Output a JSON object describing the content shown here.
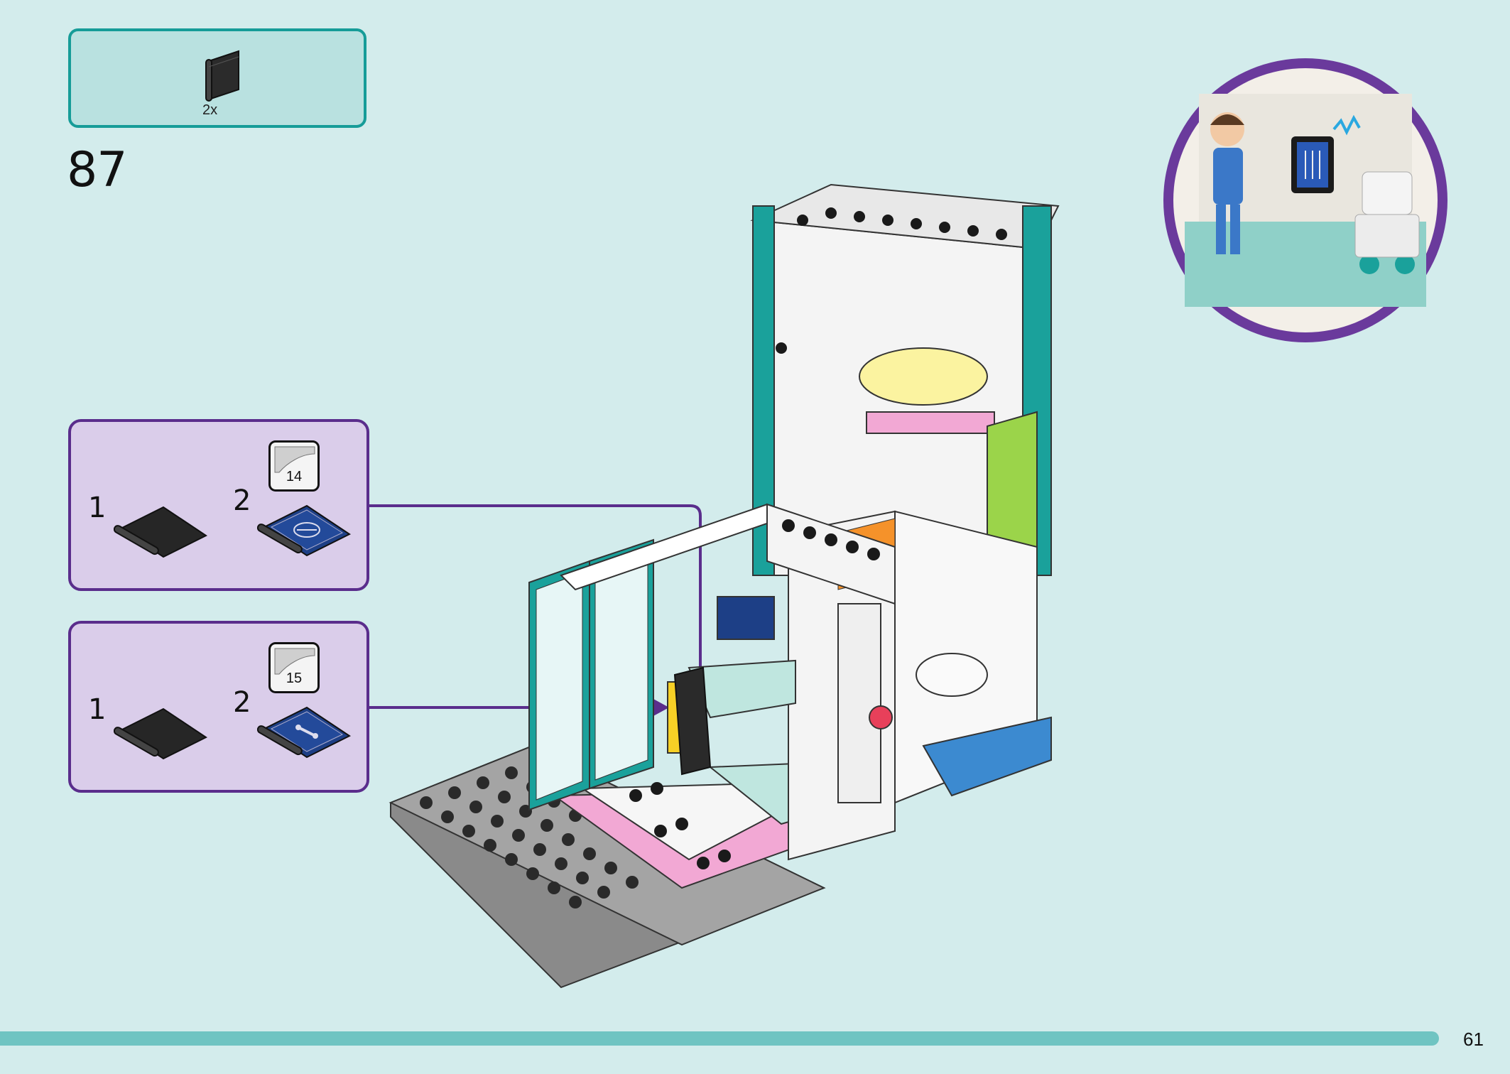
{
  "parts_list": {
    "items": [
      {
        "icon": "black-tile-2x2-icon",
        "quantity": "2x"
      }
    ]
  },
  "step": {
    "number": "87"
  },
  "substeps": [
    {
      "step1": "1",
      "step2": "2",
      "sticker_number": "14",
      "sticker_icon": "xray-chest-sticker-icon"
    },
    {
      "step1": "1",
      "step2": "2",
      "sticker_number": "15",
      "sticker_icon": "xray-bone-sticker-icon"
    }
  ],
  "page": {
    "number": "61"
  },
  "colors": {
    "background": "#d3ecec",
    "parts_box_border": "#169c98",
    "substep_border": "#5a2d8c",
    "substep_fill": "#dacdea",
    "bottom_bar": "#6fc4c2"
  }
}
